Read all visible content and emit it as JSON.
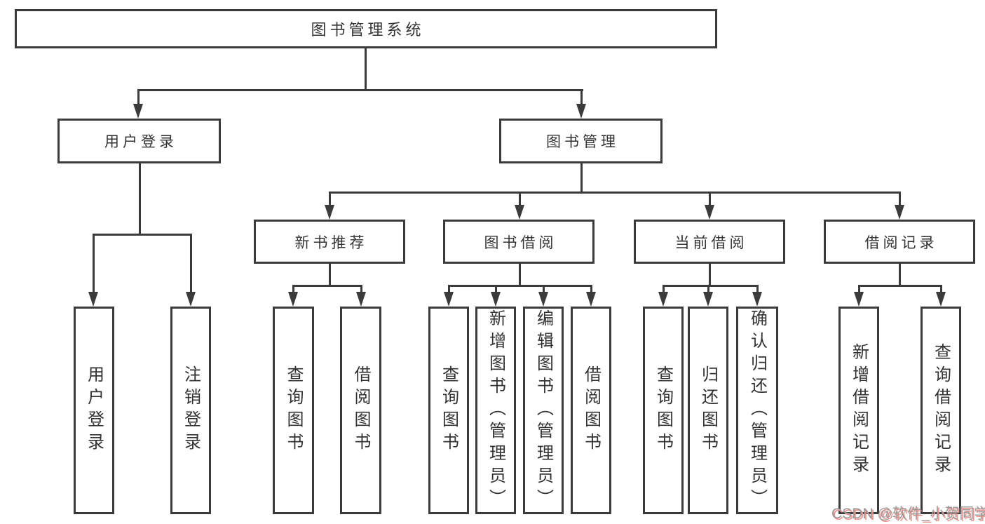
{
  "diagram": {
    "title": "图书管理系统",
    "type": "tree",
    "root": {
      "label": "图书管理系统"
    },
    "level2": [
      {
        "label": "用户登录",
        "parent": "图书管理系统"
      },
      {
        "label": "图书管理",
        "parent": "图书管理系统"
      }
    ],
    "level3": [
      {
        "label": "新书推荐",
        "parent": "图书管理"
      },
      {
        "label": "图书借阅",
        "parent": "图书管理"
      },
      {
        "label": "当前借阅",
        "parent": "图书管理"
      },
      {
        "label": "借阅记录",
        "parent": "图书管理"
      }
    ],
    "leaves": [
      {
        "label": "用户登录",
        "parent": "用户登录"
      },
      {
        "label": "注销登录",
        "parent": "用户登录"
      },
      {
        "label": "查询图书",
        "parent": "新书推荐"
      },
      {
        "label": "借阅图书",
        "parent": "新书推荐"
      },
      {
        "label": "查询图书",
        "parent": "图书借阅"
      },
      {
        "label": "新增图书（管理员）",
        "parent": "图书借阅"
      },
      {
        "label": "编辑图书（管理员）",
        "parent": "图书借阅"
      },
      {
        "label": "借阅图书",
        "parent": "图书借阅"
      },
      {
        "label": "查询图书",
        "parent": "当前借阅"
      },
      {
        "label": "归还图书",
        "parent": "当前借阅"
      },
      {
        "label": "确认归还（管理员）",
        "parent": "当前借阅"
      },
      {
        "label": "新增借阅记录",
        "parent": "借阅记录"
      },
      {
        "label": "查询借阅记录",
        "parent": "借阅记录"
      }
    ]
  },
  "watermark": {
    "text": "CSDN @软件_小贺同学"
  },
  "colors": {
    "line": "#3b3b3b",
    "text": "#333333",
    "background": "#ffffff",
    "watermark_gray": "#9a9a9a",
    "watermark_red": "#f0908a"
  }
}
